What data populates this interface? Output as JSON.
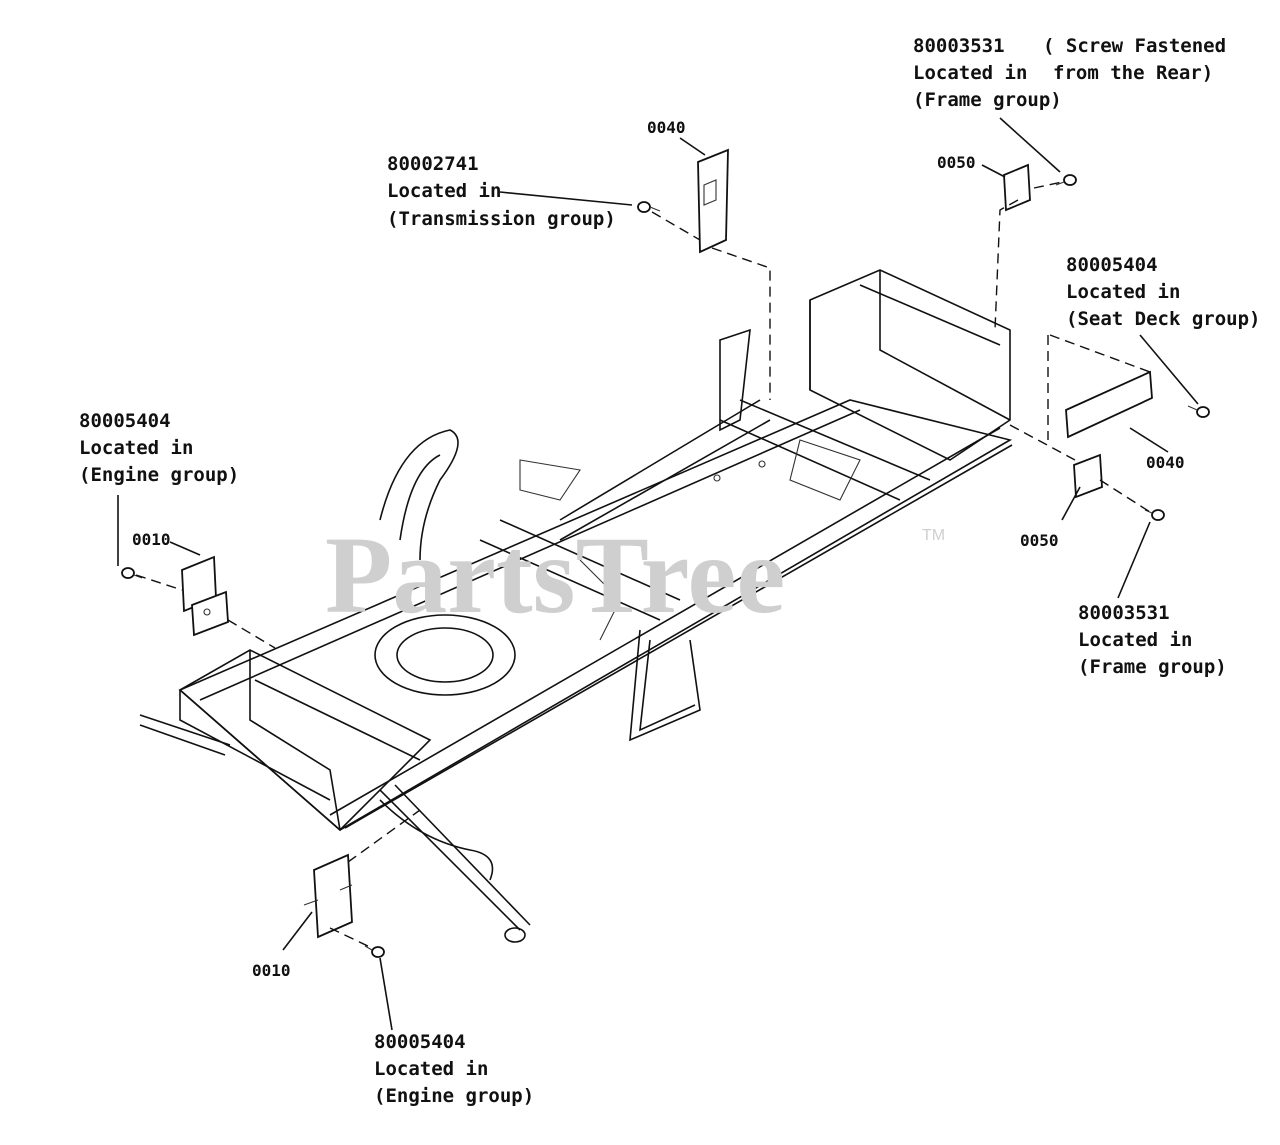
{
  "watermark": {
    "text": "PartsTree",
    "trademark": "TM"
  },
  "callouts": {
    "trans": {
      "part": "80002741",
      "line1": "Located in",
      "line2": "(Transmission group)"
    },
    "frame_top": {
      "part": "80003531",
      "line1": "Located in",
      "line2": "(Frame group)"
    },
    "screw_note": {
      "line1": "( Screw Fastened",
      "line2": "from the Rear)"
    },
    "seat": {
      "part": "80005404",
      "line1": "Located in",
      "line2": "(Seat Deck group)"
    },
    "engine_left": {
      "part": "80005404",
      "line1": "Located in",
      "line2": "(Engine group)"
    },
    "frame_right": {
      "part": "80003531",
      "line1": "Located in",
      "line2": "(Frame group)"
    },
    "engine_bottom": {
      "part": "80005404",
      "line1": "Located in",
      "line2": "(Engine group)"
    }
  },
  "item_numbers": {
    "n0040_top": "0040",
    "n0050_top": "0050",
    "n0040_right": "0040",
    "n0050_right": "0050",
    "n0010_left": "0010",
    "n0010_bottom": "0010"
  }
}
